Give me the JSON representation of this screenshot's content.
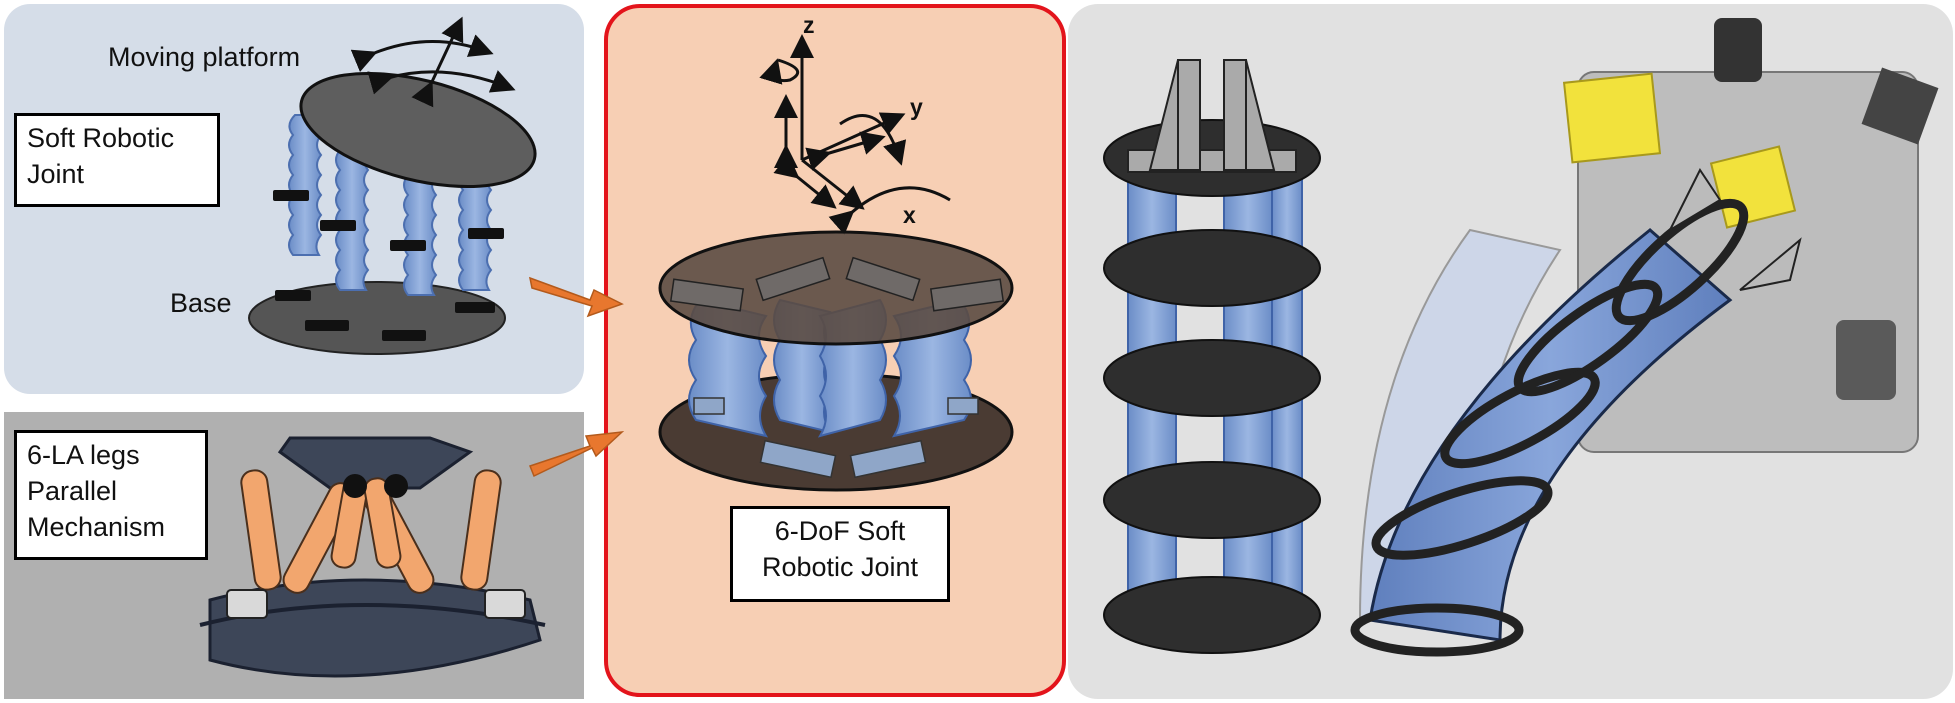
{
  "panels": {
    "soft_joint": {
      "label_box": "Soft Robotic\nJoint",
      "moving_platform_label": "Moving platform",
      "base_label": "Base"
    },
    "parallel": {
      "label_box": "6-LA legs\nParallel\nMechanism"
    },
    "joint_6dof": {
      "label_box": "6-DoF Soft\nRobotic Joint",
      "axes": {
        "z": "z",
        "y": "y",
        "x": "x"
      }
    }
  },
  "colors": {
    "soft_panel_bg": "#d5dde8",
    "parallel_panel_bg": "#b0b0b0",
    "joint_panel_bg": "#f7cfb4",
    "joint_panel_border": "#e3141b",
    "apps_panel_bg": "#e1e1e1",
    "soft_leg_blue": "#7f9fd4",
    "platform_dark": "#3a3a3a",
    "arrow_orange": "#e8772e",
    "actuator_orange": "#f2a66e",
    "cube_yellow": "#f2e23c"
  }
}
